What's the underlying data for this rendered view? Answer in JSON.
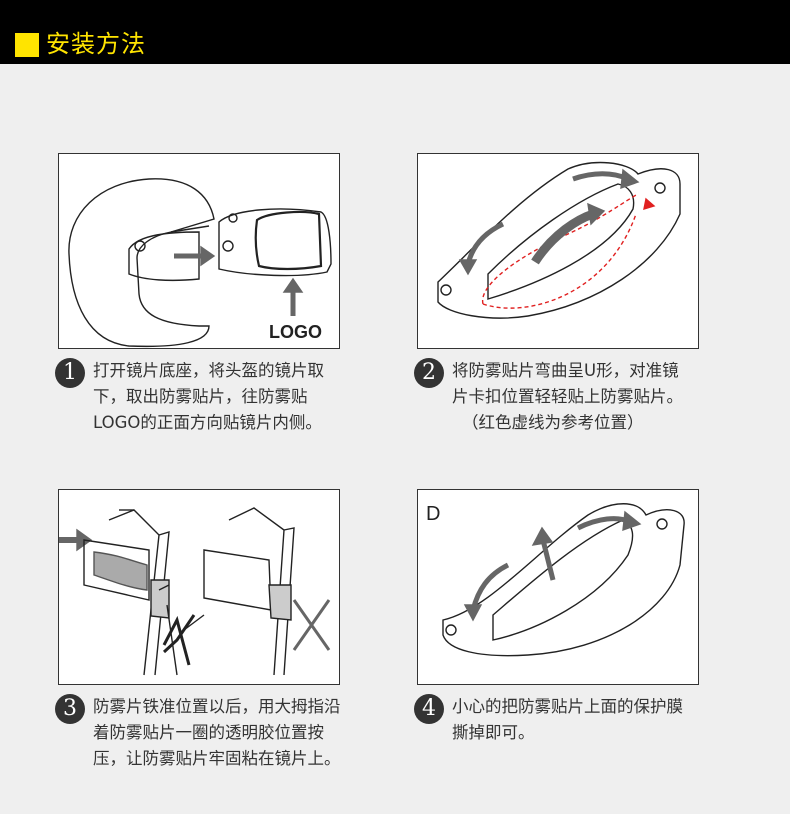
{
  "header": {
    "title": "安装方法",
    "accent": "#ffe400"
  },
  "steps": [
    {
      "num": "1",
      "lines": [
        "打开镜片底座，将头盔的镜片取",
        "下，取出防雾贴片，往防雾贴",
        "LOGO的正面方向贴镜片内侧。"
      ]
    },
    {
      "num": "2",
      "lines": [
        "将防雾贴片弯曲呈U形，对准镜",
        "片卡扣位置轻轻贴上防雾贴片。",
        "（红色虚线为参考位置）"
      ]
    },
    {
      "num": "3",
      "lines": [
        "防雾片铁准位置以后，用大拇指沿",
        "着防雾贴片一圈的透明胶位置按",
        "压，让防雾贴片牢固粘在镜片上。"
      ]
    },
    {
      "num": "4",
      "lines": [
        "小心的把防雾贴片上面的保护膜",
        "撕掉即可。"
      ]
    }
  ],
  "images": {
    "one": {
      "label": "LOGO"
    },
    "four": {
      "label": "D"
    }
  },
  "colors": {
    "guide": "#e02020"
  }
}
